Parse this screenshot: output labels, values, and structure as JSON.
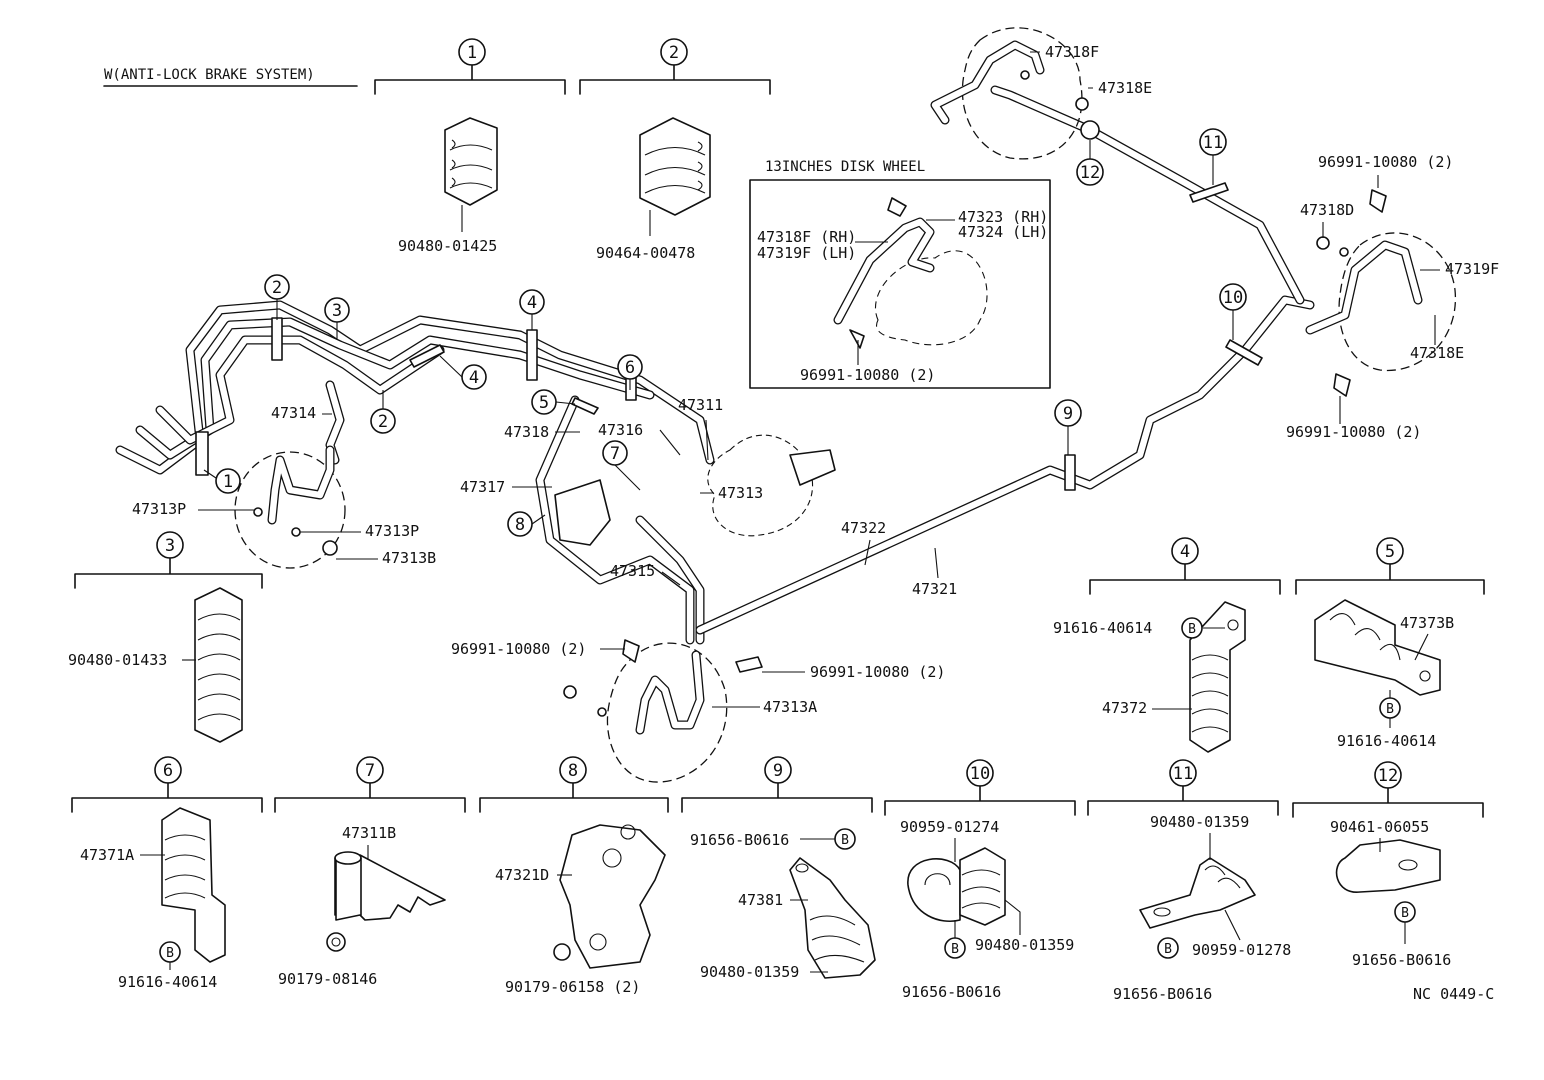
{
  "diagram": {
    "header_label": "W(ANTI-LOCK BRAKE SYSTEM)",
    "inset_title": "13INCHES DISK WHEEL",
    "drawing_code": "NC 0449-C",
    "callouts": [
      "1",
      "2",
      "3",
      "4",
      "5",
      "6",
      "7",
      "8",
      "9",
      "10",
      "11",
      "12"
    ],
    "b_marker": "B",
    "parts": {
      "p90480_01425": "90480-01425",
      "p90464_00478": "90464-00478",
      "p90480_01433": "90480-01433",
      "p47318F": "47318F",
      "p47318E": "47318E",
      "p47318D": "47318D",
      "p47319F": "47319F",
      "p96991_10080_2": "96991-10080 (2)",
      "p47323": "47323 (RH)",
      "p47324": "47324 (LH)",
      "p47318F_rh": "47318F (RH)",
      "p47319F_lh": "47319F (LH)",
      "p47314": "47314",
      "p47313P": "47313P",
      "p47313B": "47313B",
      "p47318": "47318",
      "p47316": "47316",
      "p47311": "47311",
      "p47317": "47317",
      "p47313": "47313",
      "p47315": "47315",
      "p47322": "47322",
      "p47321": "47321",
      "p47313A": "47313A",
      "p91616_40614": "91616-40614",
      "p47372": "47372",
      "p47373B": "47373B",
      "p47371A": "47371A",
      "p47311B": "47311B",
      "p90179_08146": "90179-08146",
      "p47321D": "47321D",
      "p90179_06158_2": "90179-06158 (2)",
      "p91656_B0616": "91656-B0616",
      "p47381": "47381",
      "p90480_01359": "90480-01359",
      "p90959_01274": "90959-01274",
      "p90959_01278": "90959-01278",
      "p90461_06055": "90461-06055"
    }
  }
}
